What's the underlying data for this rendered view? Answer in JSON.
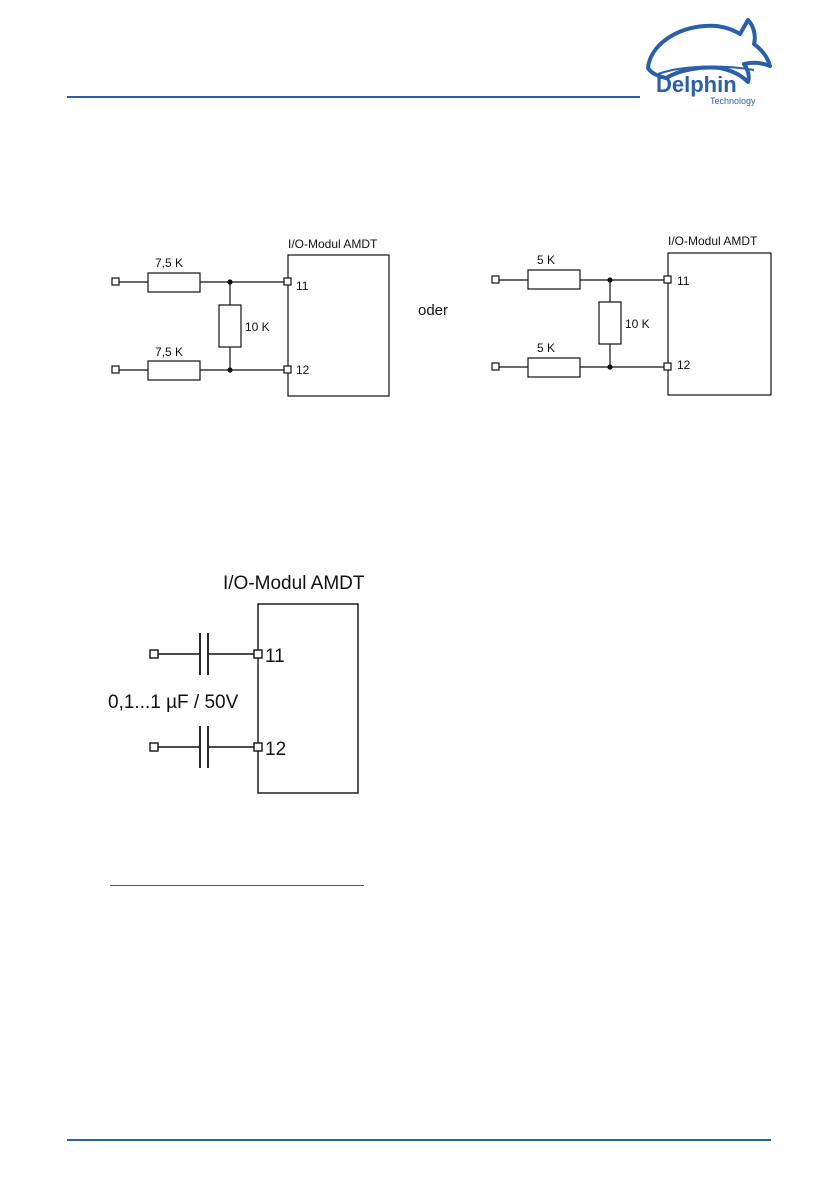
{
  "logo": {
    "brand": "Delphin",
    "sub": "Technology",
    "brand_color": "#2b5fa8"
  },
  "diagram1": {
    "left": {
      "module": "I/O-Modul AMDT",
      "r_top": "7,5 K",
      "r_bottom": "7,5 K",
      "r_mid": "10 K",
      "pin_top": "11",
      "pin_bottom": "12"
    },
    "connector": "oder",
    "right": {
      "module": "I/O-Modul AMDT",
      "r_top": "5 K",
      "r_bottom": "5 K",
      "r_mid": "10 K",
      "pin_top": "11",
      "pin_bottom": "12"
    }
  },
  "diagram2": {
    "module": "I/O-Modul AMDT",
    "cap_label": "0,1...1 µF / 50V",
    "pin_top": "11",
    "pin_bottom": "12"
  },
  "colors": {
    "accent": "#2b5fa8",
    "line": "#111111"
  }
}
